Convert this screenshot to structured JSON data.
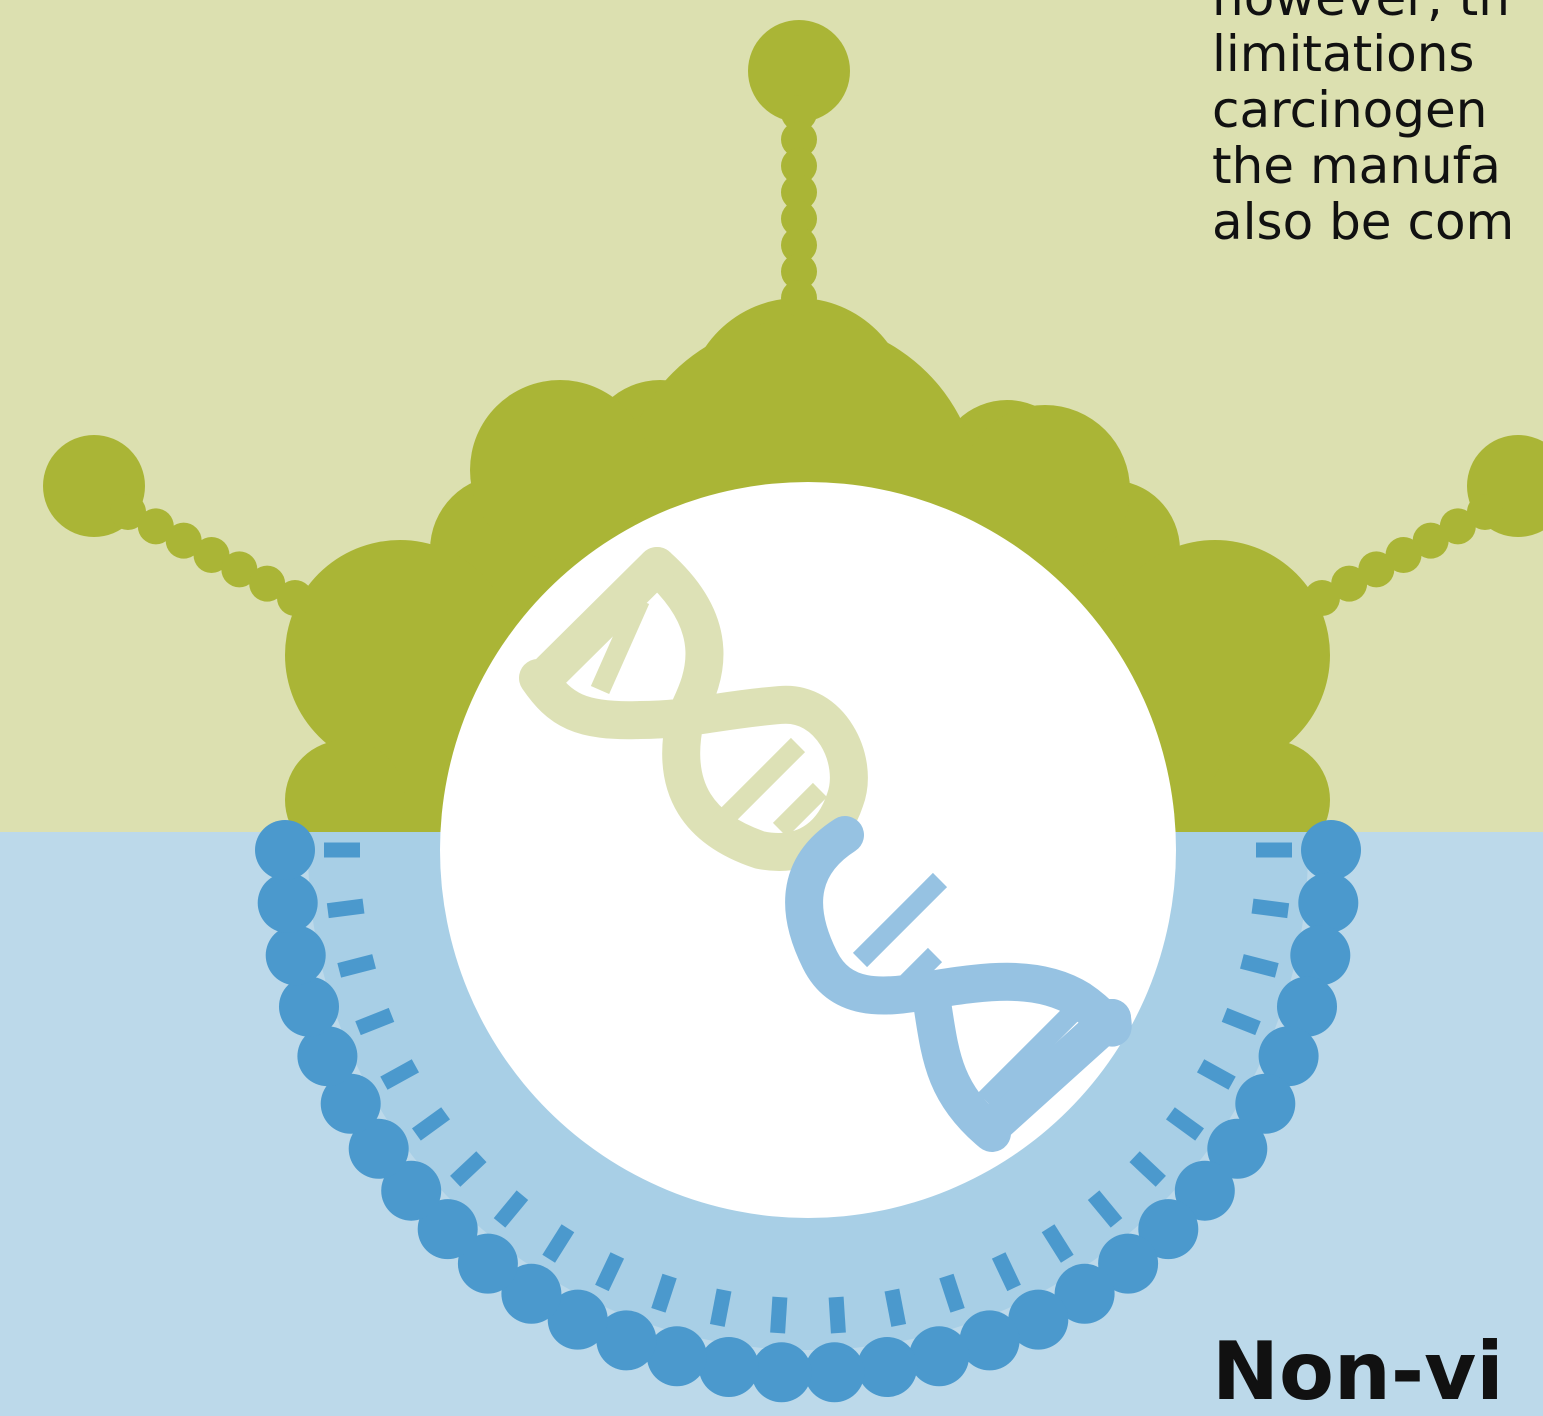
{
  "colors": {
    "viral_background": "#dce0b0",
    "viral_capsid": "#aab536",
    "nonviral_background": "#bcd9ea",
    "lipid_head": "#4b99cd",
    "lipid_band": "#a8cfe6",
    "core": "#ffffff",
    "dna_viral": "#dde1b6",
    "dna_nonviral": "#96c2e2",
    "text": "#111111"
  },
  "icons": [
    "viral-vector-capsid-icon",
    "lipid-nanoparticle-icon",
    "dna-double-helix-icon"
  ],
  "viral_section": {
    "text_lines": [
      "however, th",
      "limitations",
      "carcinogen",
      "the manufa",
      "also be com"
    ]
  },
  "nonviral_section": {
    "heading": "Non-vi"
  }
}
